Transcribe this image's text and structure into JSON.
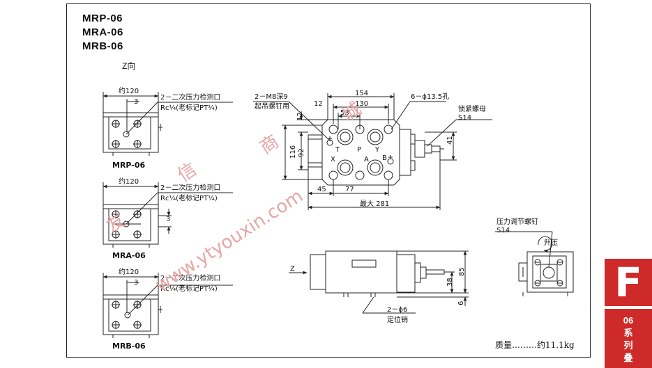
{
  "models": [
    "MRP-06",
    "MRA-06",
    "MRB-06"
  ],
  "z_view_label": "Z向",
  "small_views": [
    {
      "caption": "MRP-06",
      "width_dim": "约120",
      "offset_dim": "3",
      "port_label_1": "2－二次压力检测口",
      "port_label_2": "Rc¼(老标记PT¼)"
    },
    {
      "caption": "MRA-06",
      "width_dim": "约120",
      "offset_dim": "3",
      "port_label_1": "2－二次压力检测口",
      "port_label_2": "Rc¼(老标记PT¼)"
    },
    {
      "caption": "MRB-06",
      "width_dim": "约120",
      "offset_dim": "3",
      "port_label_1": "2－二次压力检测口",
      "port_label_2": "Rc¼(老标记PT¼)"
    }
  ],
  "main_view": {
    "tapped_holes": "2－M8深9",
    "lifting_bolt": "起吊螺钉用",
    "dim_154": "154",
    "dim_130": "130",
    "dim_12_top": "12",
    "dim_53": "53",
    "through_holes": "6－ϕ13.5孔",
    "lock_nut": "锁紧螺母",
    "lock_nut_size": "S14",
    "dim_12_side": "12",
    "dim_116": "116",
    "dim_92": "92",
    "dim_41": "41",
    "dim_45": "45",
    "dim_77": "77",
    "max_length": "最大 281",
    "port_t": "T",
    "port_p": "P",
    "port_y": "Y",
    "port_x": "X",
    "port_a": "A",
    "port_b": "B"
  },
  "side_view": {
    "z_arrow": "Z",
    "dim_85": "85",
    "dim_38": "38",
    "dim_6": "6",
    "pins": "2－ϕ6",
    "pins_label": "定位销"
  },
  "adjust_view": {
    "screw_label": "压力调节螺钉",
    "screw_size": "S14",
    "raise": "升压"
  },
  "weight": "质量………约11.1kg",
  "section_tag": {
    "letter": "F",
    "number": "06",
    "line1": "系",
    "line2": "列",
    "line3": "叠"
  },
  "watermark": "www.ytyouxin.com",
  "watermark_cn": [
    "友",
    "信",
    "商",
    "城"
  ],
  "colors": {
    "tag": "#cf2a2a",
    "watermark": "#e7a5a5",
    "line": "#222222"
  }
}
